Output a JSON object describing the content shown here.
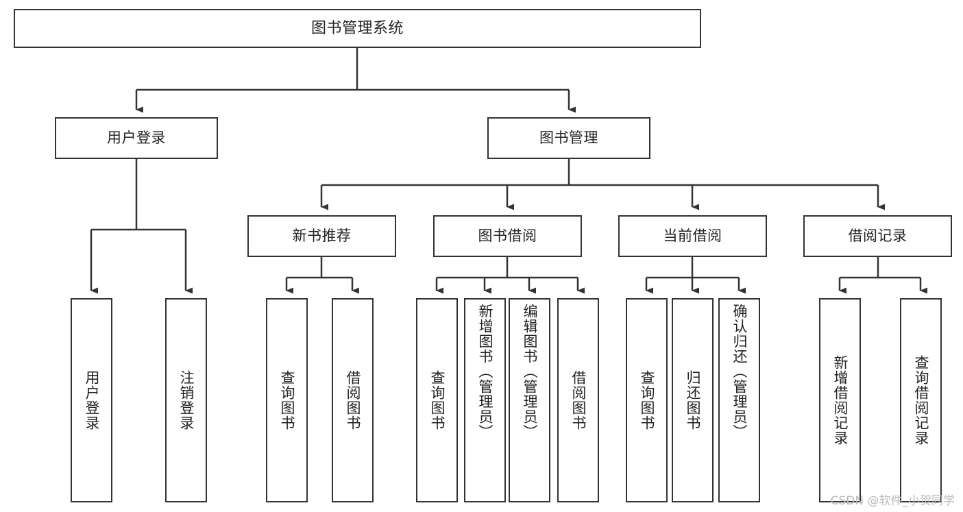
{
  "diagram": {
    "type": "tree",
    "title": "图书管理系统",
    "root": {
      "id": "root",
      "label": "图书管理系统"
    },
    "level1": [
      {
        "id": "user-login",
        "label": "用户登录"
      },
      {
        "id": "book-manage",
        "label": "图书管理"
      }
    ],
    "level2": [
      {
        "id": "new-book-recommend",
        "label": "新书推荐",
        "parent": "book-manage"
      },
      {
        "id": "book-borrow",
        "label": "图书借阅",
        "parent": "book-manage"
      },
      {
        "id": "current-borrow",
        "label": "当前借阅",
        "parent": "book-manage"
      },
      {
        "id": "borrow-record",
        "label": "借阅记录",
        "parent": "book-manage"
      }
    ],
    "leaves": {
      "user_login": [
        {
          "id": "leaf-user-login",
          "label": "用户登录"
        },
        {
          "id": "leaf-logout-login",
          "label": "注销登录"
        }
      ],
      "new_book_recommend": [
        {
          "id": "leaf-query-book-1",
          "label": "查询图书"
        },
        {
          "id": "leaf-borrow-book-1",
          "label": "借阅图书"
        }
      ],
      "book_borrow": [
        {
          "id": "leaf-query-book-2",
          "label": "查询图书"
        },
        {
          "id": "leaf-add-book",
          "label": "新增图书（管理员）"
        },
        {
          "id": "leaf-edit-book",
          "label": "编辑图书（管理员）"
        },
        {
          "id": "leaf-borrow-book-2",
          "label": "借阅图书"
        }
      ],
      "current_borrow": [
        {
          "id": "leaf-query-book-3",
          "label": "查询图书"
        },
        {
          "id": "leaf-return-book",
          "label": "归还图书"
        },
        {
          "id": "leaf-confirm-return",
          "label": "确认归还（管理员）"
        }
      ],
      "borrow_record": [
        {
          "id": "leaf-add-record",
          "label": "新增借阅记录"
        },
        {
          "id": "leaf-query-record",
          "label": "查询借阅记录"
        }
      ]
    },
    "colors": {
      "stroke": "#333333",
      "fill": "#ffffff",
      "text": "#222222",
      "watermark": "#b9b9b9"
    }
  },
  "watermark": {
    "text": "CSDN @软件_小贺同学"
  }
}
